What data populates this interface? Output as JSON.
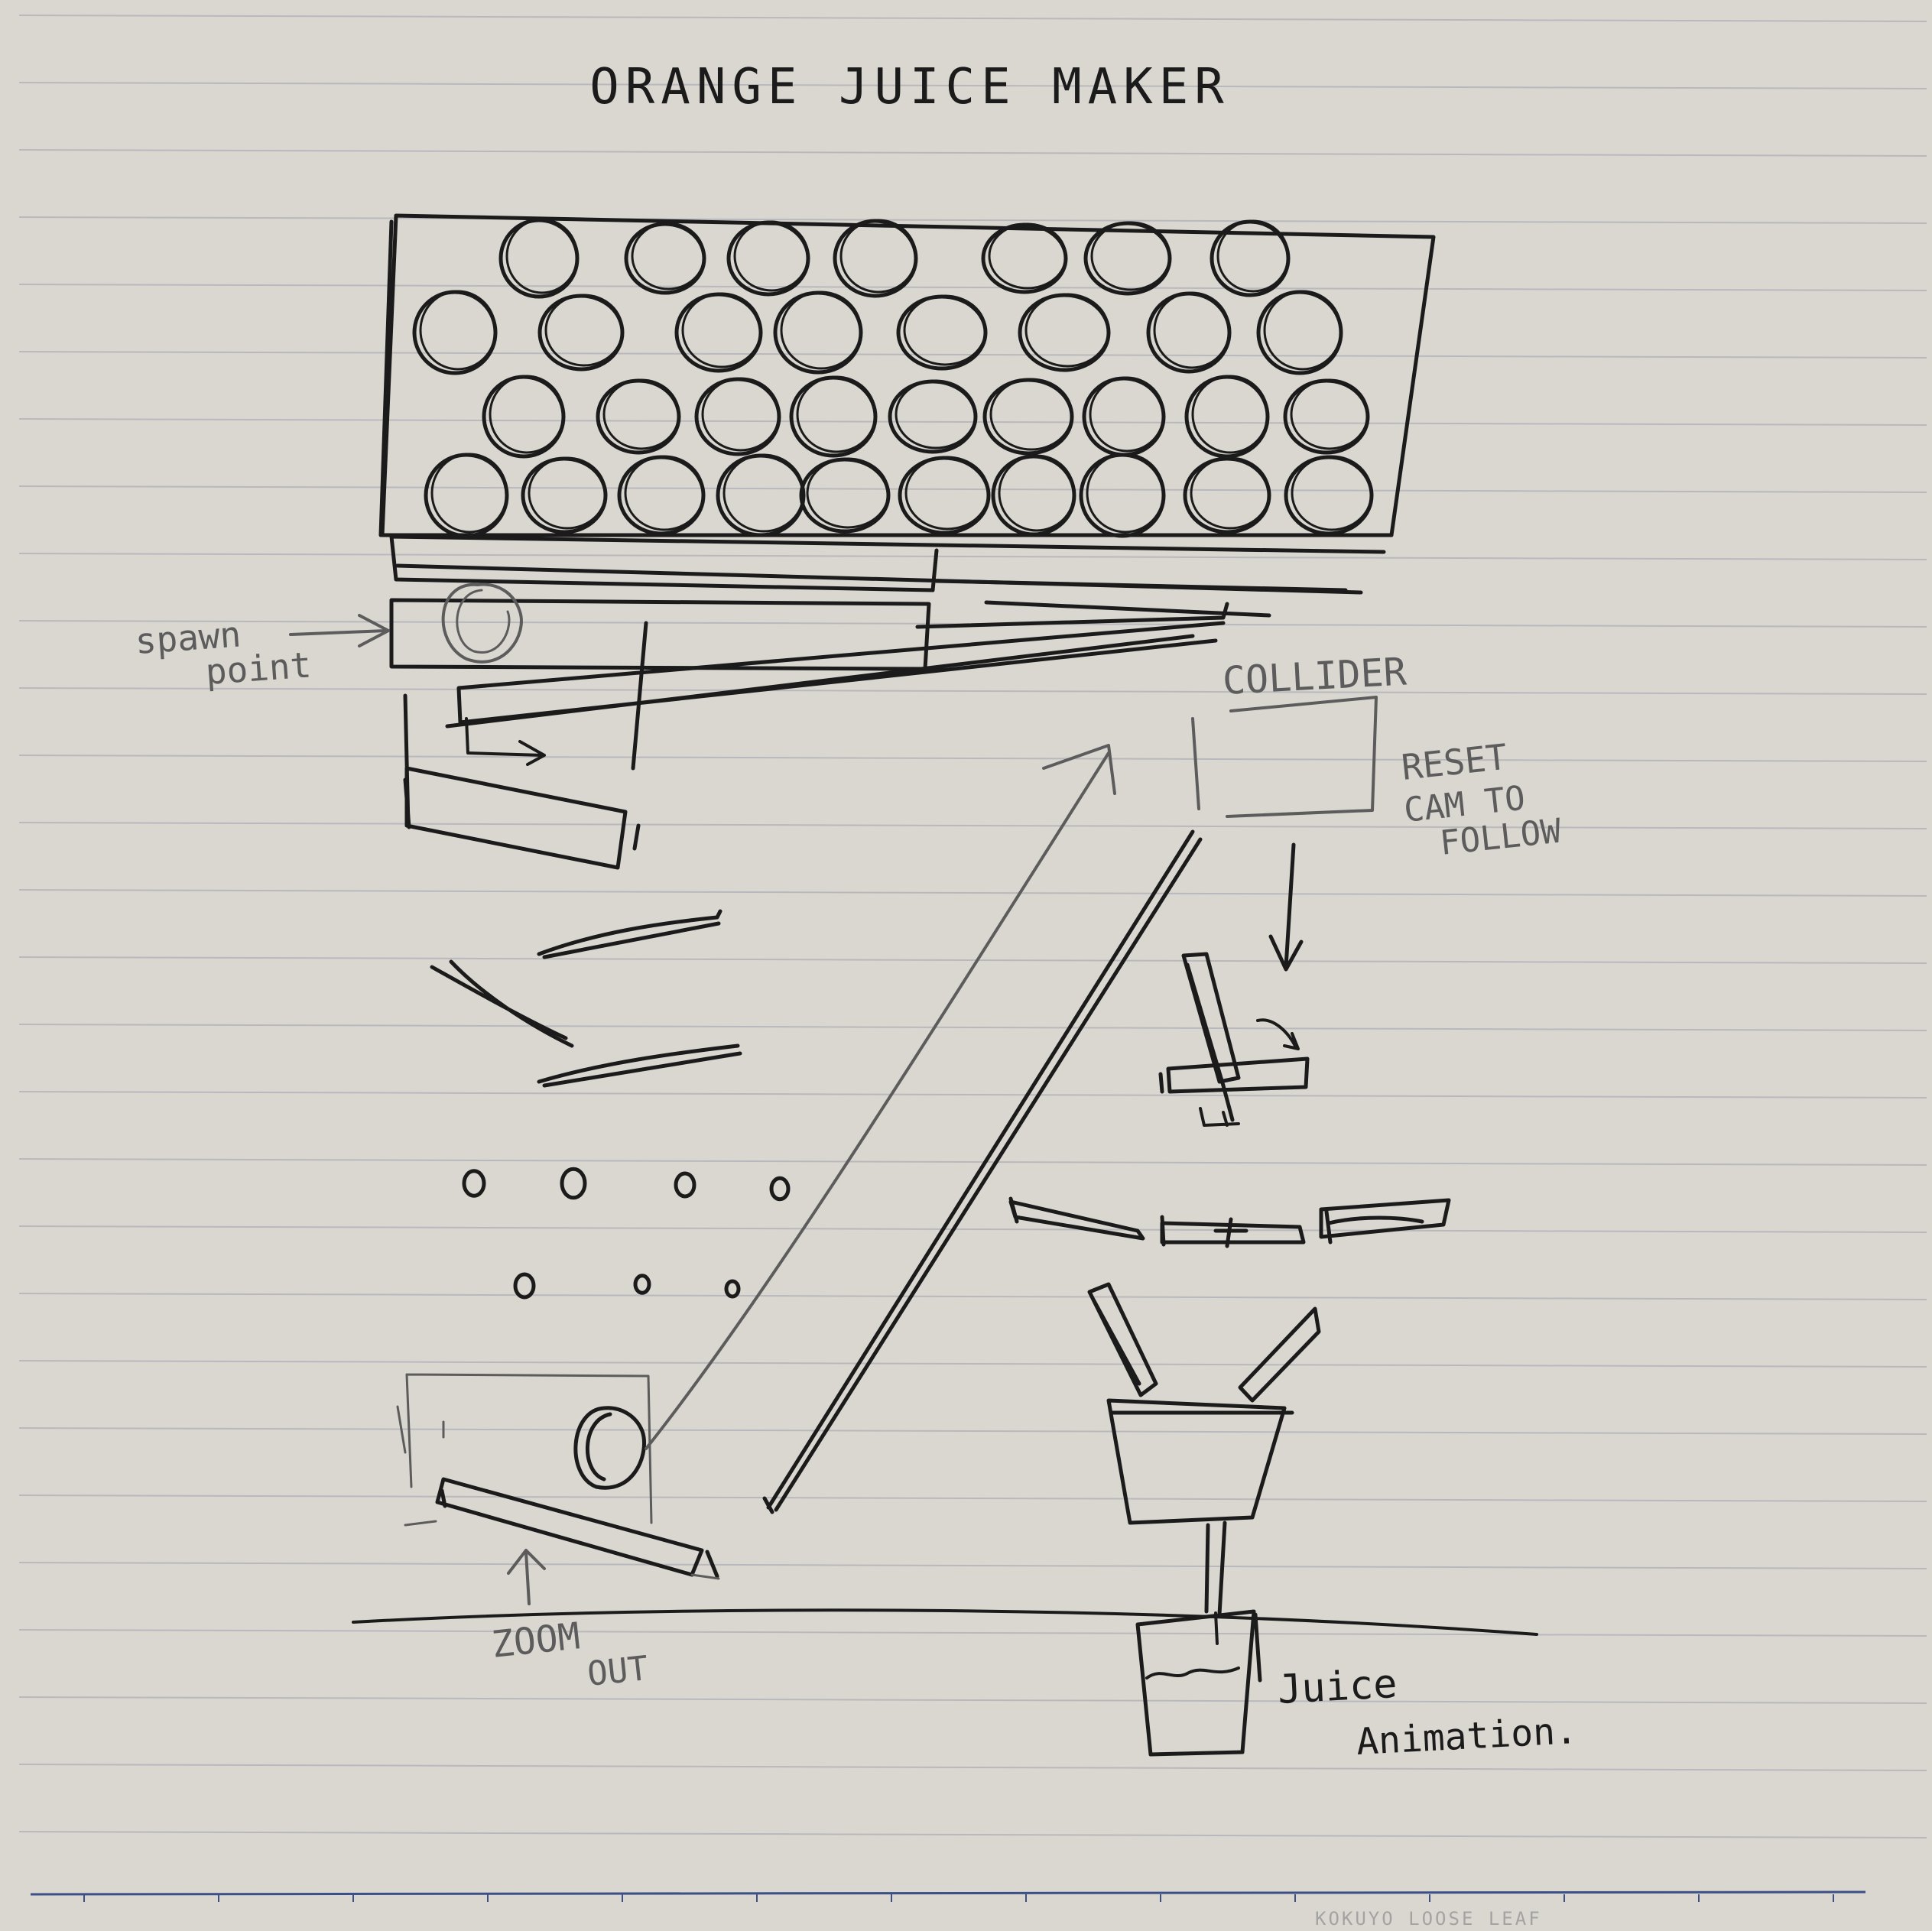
{
  "title": "ORANGE JUICE MAKER",
  "labels": {
    "spawn_point": [
      "spawn",
      "point"
    ],
    "collider": "COLLIDER",
    "reset_cam": [
      "RESET",
      "CAM TO",
      "FOLLOW"
    ],
    "zoom_out": [
      "ZOOM",
      "OUT"
    ],
    "juice_animation": [
      "Juice",
      "Animation."
    ]
  },
  "footer": "KOKUYO LOOSE LEAF",
  "colors": {
    "paper": "#dad7d0",
    "rule_line": "#b9b9bd",
    "ink": "#1b1b1b",
    "pencil": "#5c5c5c",
    "margin_line": "#3c4f86"
  }
}
